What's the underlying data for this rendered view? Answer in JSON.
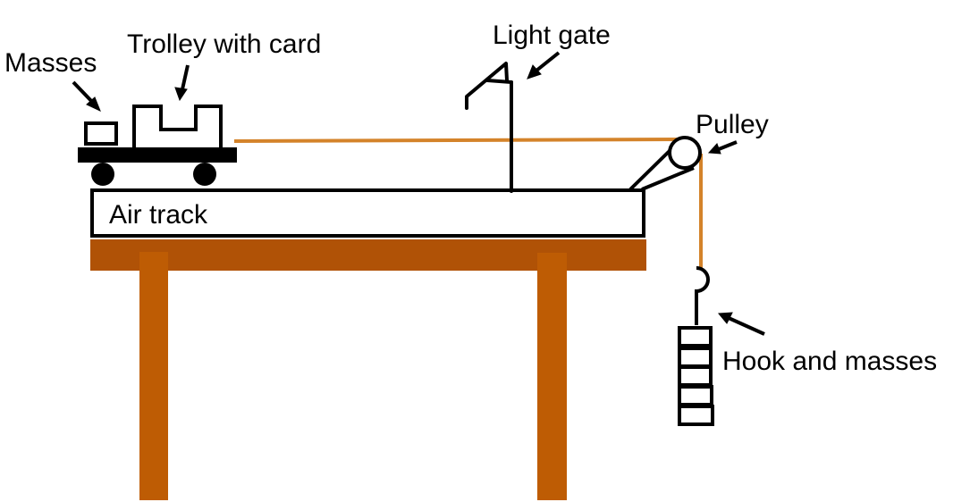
{
  "diagram": {
    "title": "Air track experiment setup",
    "labels": {
      "masses": "Masses",
      "trolley": "Trolley with card",
      "light_gate": "Light gate",
      "pulley": "Pulley",
      "air_track": "Air track",
      "hook_masses": "Hook and masses"
    },
    "components": [
      "masses",
      "trolley",
      "card",
      "light-gate",
      "air-track",
      "pulley",
      "string",
      "table",
      "hook",
      "hanging-masses"
    ],
    "hanging_mass_count": 5,
    "colors": {
      "outline": "#000000",
      "string": "#D4832A",
      "table_top": "#B05206",
      "table_legs": "#BE5C04"
    }
  }
}
